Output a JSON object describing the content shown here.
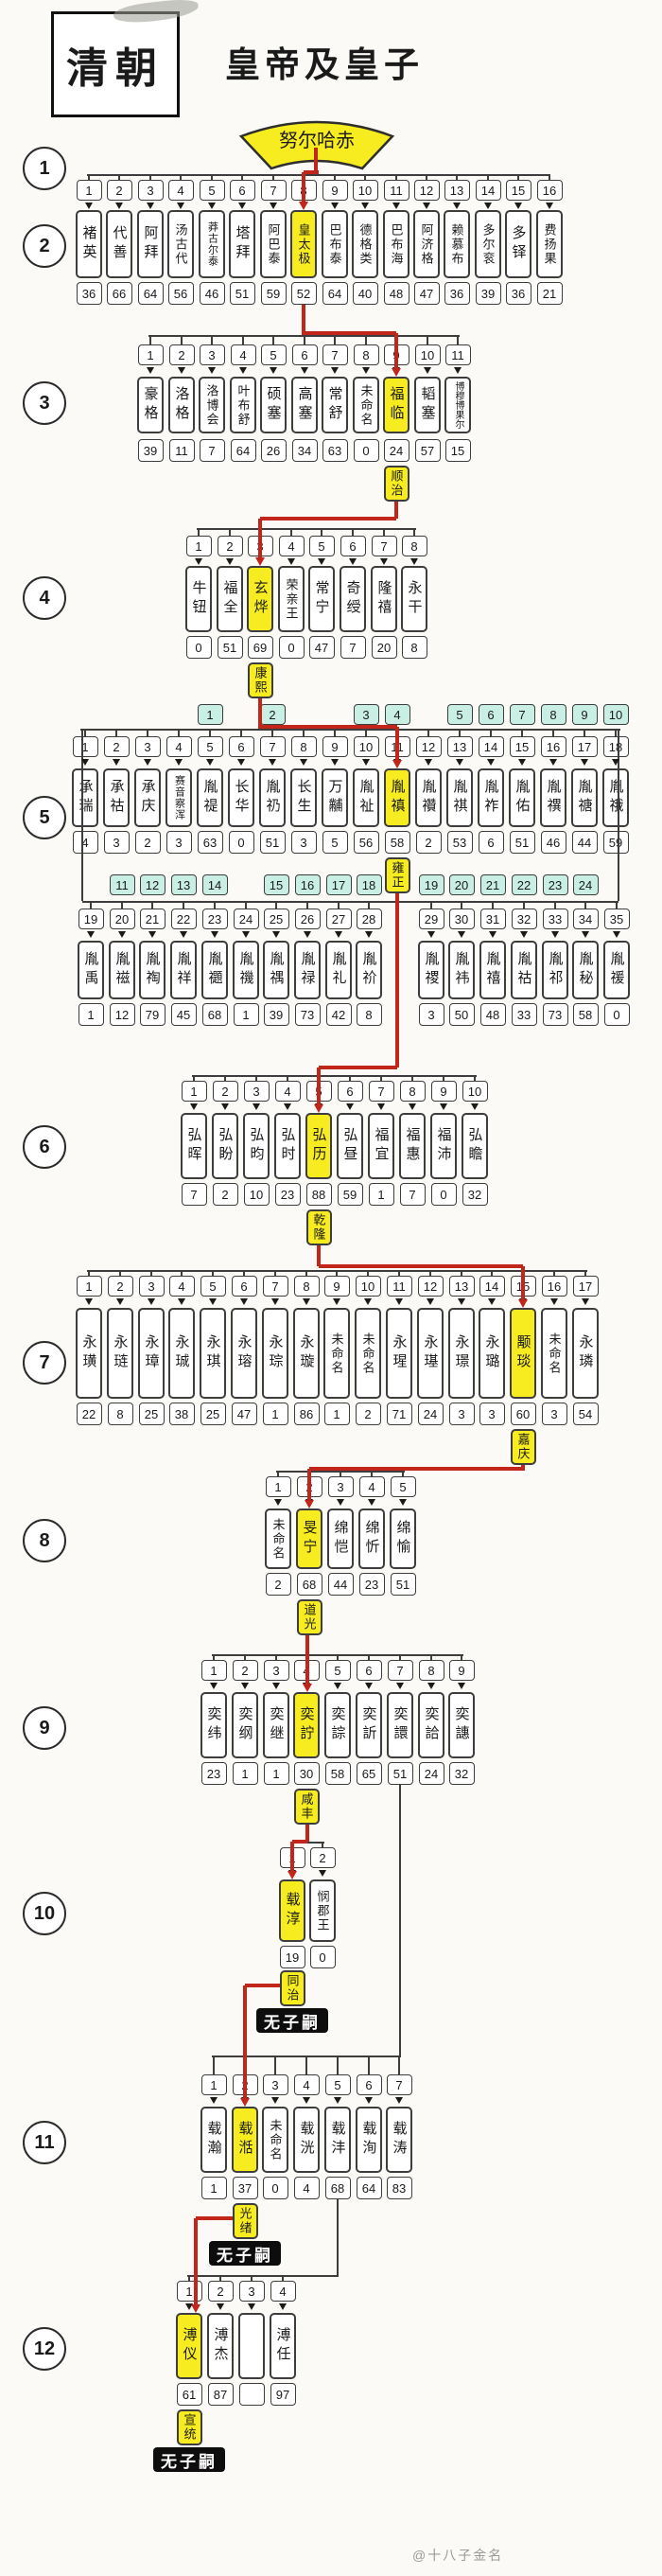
{
  "title_stamp": "清朝",
  "heading": "皇帝及皇子",
  "no_heir_label": "无子嗣",
  "footer": "@十八子金名",
  "colors": {
    "highlight": "#f6ec20",
    "succession_red": "#c2251a",
    "official_teal": "#c9efe5"
  },
  "root": {
    "gen": "1",
    "name": "努尔哈赤"
  },
  "generations": [
    {
      "gen": "2",
      "rows": [
        {
          "persons": [
            {
              "n": "1",
              "name": "褚英",
              "age": "36"
            },
            {
              "n": "2",
              "name": "代善",
              "age": "66"
            },
            {
              "n": "3",
              "name": "阿拜",
              "age": "64"
            },
            {
              "n": "4",
              "name": "汤古代",
              "age": "56"
            },
            {
              "n": "5",
              "name": "莽古尔泰",
              "age": "46"
            },
            {
              "n": "6",
              "name": "塔拜",
              "age": "51"
            },
            {
              "n": "7",
              "name": "阿巴泰",
              "age": "59"
            },
            {
              "n": "8",
              "name": "皇太极",
              "age": "52",
              "emperor": true
            },
            {
              "n": "9",
              "name": "巴布泰",
              "age": "64"
            },
            {
              "n": "10",
              "name": "德格类",
              "age": "40"
            },
            {
              "n": "11",
              "name": "巴布海",
              "age": "48"
            },
            {
              "n": "12",
              "name": "阿济格",
              "age": "47"
            },
            {
              "n": "13",
              "name": "赖慕布",
              "age": "36"
            },
            {
              "n": "14",
              "name": "多尔衮",
              "age": "39"
            },
            {
              "n": "15",
              "name": "多铎",
              "age": "36"
            },
            {
              "n": "16",
              "name": "费扬果",
              "age": "21"
            }
          ]
        }
      ]
    },
    {
      "gen": "3",
      "rows": [
        {
          "persons": [
            {
              "n": "1",
              "name": "豪格",
              "age": "39"
            },
            {
              "n": "2",
              "name": "洛格",
              "age": "11"
            },
            {
              "n": "3",
              "name": "洛博会",
              "age": "7"
            },
            {
              "n": "4",
              "name": "叶布舒",
              "age": "64"
            },
            {
              "n": "5",
              "name": "硕塞",
              "age": "26"
            },
            {
              "n": "6",
              "name": "高塞",
              "age": "34"
            },
            {
              "n": "7",
              "name": "常舒",
              "age": "63"
            },
            {
              "n": "8",
              "name": "未命名",
              "age": "0"
            },
            {
              "n": "9",
              "name": "福临",
              "age": "24",
              "emperor": true,
              "era": "顺治"
            },
            {
              "n": "10",
              "name": "韬塞",
              "age": "57"
            },
            {
              "n": "11",
              "name": "博穆博果尔",
              "age": "15"
            }
          ]
        }
      ]
    },
    {
      "gen": "4",
      "rows": [
        {
          "persons": [
            {
              "n": "1",
              "name": "牛钮",
              "age": "0"
            },
            {
              "n": "2",
              "name": "福全",
              "age": "51"
            },
            {
              "n": "3",
              "name": "玄烨",
              "age": "69",
              "emperor": true,
              "era": "康熙"
            },
            {
              "n": "4",
              "name": "荣亲王",
              "age": "0"
            },
            {
              "n": "5",
              "name": "常宁",
              "age": "47"
            },
            {
              "n": "6",
              "name": "奇绶",
              "age": "7"
            },
            {
              "n": "7",
              "name": "隆禧",
              "age": "20"
            },
            {
              "n": "8",
              "name": "永干",
              "age": "8"
            }
          ]
        }
      ]
    },
    {
      "gen": "5",
      "rows": [
        {
          "persons": [
            {
              "n": "1",
              "name": "承瑞",
              "age": "4"
            },
            {
              "n": "2",
              "name": "承祜",
              "age": "3"
            },
            {
              "n": "3",
              "name": "承庆",
              "age": "2"
            },
            {
              "n": "4",
              "name": "赛音察浑",
              "age": "3"
            },
            {
              "n": "5",
              "name": "胤禔",
              "age": "63",
              "official": "1"
            },
            {
              "n": "6",
              "name": "长华",
              "age": "0"
            },
            {
              "n": "7",
              "name": "胤礽",
              "age": "51",
              "official": "2"
            },
            {
              "n": "8",
              "name": "长生",
              "age": "3"
            },
            {
              "n": "9",
              "name": "万黼",
              "age": "5"
            },
            {
              "n": "10",
              "name": "胤祉",
              "age": "56",
              "official": "3"
            },
            {
              "n": "11",
              "name": "胤禛",
              "age": "58",
              "official": "4",
              "emperor": true,
              "era": "雍正"
            },
            {
              "n": "12",
              "name": "胤禶",
              "age": "2"
            },
            {
              "n": "13",
              "name": "胤祺",
              "age": "53",
              "official": "5"
            },
            {
              "n": "14",
              "name": "胤祚",
              "age": "6",
              "official": "6"
            },
            {
              "n": "15",
              "name": "胤佑",
              "age": "51",
              "official": "7"
            },
            {
              "n": "16",
              "name": "胤禩",
              "age": "46",
              "official": "8"
            },
            {
              "n": "17",
              "name": "胤禟",
              "age": "44",
              "official": "9"
            },
            {
              "n": "18",
              "name": "胤䄉",
              "age": "59",
              "official": "10"
            }
          ]
        },
        {
          "persons": [
            {
              "n": "19",
              "name": "胤禹",
              "age": "1"
            },
            {
              "n": "20",
              "name": "胤禌",
              "age": "12",
              "official": "11"
            },
            {
              "n": "21",
              "name": "胤祹",
              "age": "79",
              "official": "12"
            },
            {
              "n": "22",
              "name": "胤祥",
              "age": "45",
              "official": "13"
            },
            {
              "n": "23",
              "name": "胤禵",
              "age": "68",
              "official": "14"
            },
            {
              "n": "24",
              "name": "胤禨",
              "age": "1"
            },
            {
              "n": "25",
              "name": "胤禑",
              "age": "39",
              "official": "15"
            },
            {
              "n": "26",
              "name": "胤禄",
              "age": "73",
              "official": "16"
            },
            {
              "n": "27",
              "name": "胤礼",
              "age": "42",
              "official": "17"
            },
            {
              "n": "28",
              "name": "胤祄",
              "age": "8",
              "official": "18"
            },
            {
              "n": "29",
              "name": "胤禝",
              "age": "3",
              "official": "19"
            },
            {
              "n": "30",
              "name": "胤祎",
              "age": "50",
              "official": "20"
            },
            {
              "n": "31",
              "name": "胤禧",
              "age": "48",
              "official": "21"
            },
            {
              "n": "32",
              "name": "胤祜",
              "age": "33",
              "official": "22"
            },
            {
              "n": "33",
              "name": "胤祁",
              "age": "73",
              "official": "23"
            },
            {
              "n": "34",
              "name": "胤秘",
              "age": "58",
              "official": "24"
            },
            {
              "n": "35",
              "name": "胤禐",
              "age": "0"
            }
          ]
        }
      ]
    },
    {
      "gen": "6",
      "rows": [
        {
          "persons": [
            {
              "n": "1",
              "name": "弘晖",
              "age": "7"
            },
            {
              "n": "2",
              "name": "弘盼",
              "age": "2"
            },
            {
              "n": "3",
              "name": "弘昀",
              "age": "10"
            },
            {
              "n": "4",
              "name": "弘时",
              "age": "23"
            },
            {
              "n": "5",
              "name": "弘历",
              "age": "88",
              "emperor": true,
              "era": "乾隆"
            },
            {
              "n": "6",
              "name": "弘昼",
              "age": "59"
            },
            {
              "n": "7",
              "name": "福宜",
              "age": "1"
            },
            {
              "n": "8",
              "name": "福惠",
              "age": "7"
            },
            {
              "n": "9",
              "name": "福沛",
              "age": "0"
            },
            {
              "n": "10",
              "name": "弘瞻",
              "age": "32"
            }
          ]
        }
      ]
    },
    {
      "gen": "7",
      "rows": [
        {
          "persons": [
            {
              "n": "1",
              "name": "永璜",
              "age": "22"
            },
            {
              "n": "2",
              "name": "永琏",
              "age": "8"
            },
            {
              "n": "3",
              "name": "永璋",
              "age": "25"
            },
            {
              "n": "4",
              "name": "永珹",
              "age": "38"
            },
            {
              "n": "5",
              "name": "永琪",
              "age": "25"
            },
            {
              "n": "6",
              "name": "永瑢",
              "age": "47"
            },
            {
              "n": "7",
              "name": "永琮",
              "age": "1"
            },
            {
              "n": "8",
              "name": "永璇",
              "age": "86"
            },
            {
              "n": "9",
              "name": "未命名",
              "age": "1"
            },
            {
              "n": "10",
              "name": "未命名",
              "age": "2"
            },
            {
              "n": "11",
              "name": "永瑆",
              "age": "71"
            },
            {
              "n": "12",
              "name": "永璂",
              "age": "24"
            },
            {
              "n": "13",
              "name": "永璟",
              "age": "3"
            },
            {
              "n": "14",
              "name": "永璐",
              "age": "3"
            },
            {
              "n": "15",
              "name": "颙琰",
              "age": "60",
              "emperor": true,
              "era": "嘉庆"
            },
            {
              "n": "16",
              "name": "未命名",
              "age": "3"
            },
            {
              "n": "17",
              "name": "永璘",
              "age": "54"
            }
          ]
        }
      ]
    },
    {
      "gen": "8",
      "rows": [
        {
          "persons": [
            {
              "n": "1",
              "name": "未命名",
              "age": "2"
            },
            {
              "n": "2",
              "name": "旻宁",
              "age": "68",
              "emperor": true,
              "era": "道光"
            },
            {
              "n": "3",
              "name": "绵恺",
              "age": "44"
            },
            {
              "n": "4",
              "name": "绵忻",
              "age": "23"
            },
            {
              "n": "5",
              "name": "绵愉",
              "age": "51"
            }
          ]
        }
      ]
    },
    {
      "gen": "9",
      "rows": [
        {
          "persons": [
            {
              "n": "1",
              "name": "奕纬",
              "age": "23"
            },
            {
              "n": "2",
              "name": "奕纲",
              "age": "1"
            },
            {
              "n": "3",
              "name": "奕继",
              "age": "1"
            },
            {
              "n": "4",
              "name": "奕詝",
              "age": "30",
              "emperor": true,
              "era": "咸丰"
            },
            {
              "n": "5",
              "name": "奕誴",
              "age": "58"
            },
            {
              "n": "6",
              "name": "奕訢",
              "age": "65"
            },
            {
              "n": "7",
              "name": "奕譞",
              "age": "51"
            },
            {
              "n": "8",
              "name": "奕詥",
              "age": "24"
            },
            {
              "n": "9",
              "name": "奕譓",
              "age": "32"
            }
          ]
        }
      ]
    },
    {
      "gen": "10",
      "rows": [
        {
          "persons": [
            {
              "n": "1",
              "name": "载淳",
              "age": "19",
              "emperor": true,
              "era": "同治",
              "no_heir": true
            },
            {
              "n": "2",
              "name": "悯郡王",
              "age": "0"
            }
          ]
        }
      ]
    },
    {
      "gen": "11",
      "rows": [
        {
          "persons": [
            {
              "n": "1",
              "name": "载瀚",
              "age": "1"
            },
            {
              "n": "2",
              "name": "载湉",
              "age": "37",
              "emperor": true,
              "era": "光绪",
              "no_heir": true
            },
            {
              "n": "3",
              "name": "未命名",
              "age": "0"
            },
            {
              "n": "4",
              "name": "载洸",
              "age": "4"
            },
            {
              "n": "5",
              "name": "载沣",
              "age": "68"
            },
            {
              "n": "6",
              "name": "载洵",
              "age": "64"
            },
            {
              "n": "7",
              "name": "载涛",
              "age": "83"
            }
          ]
        }
      ]
    },
    {
      "gen": "12",
      "rows": [
        {
          "persons": [
            {
              "n": "1",
              "name": "溥仪",
              "age": "61",
              "emperor": true,
              "era": "宣统",
              "no_heir": true
            },
            {
              "n": "2",
              "name": "溥杰",
              "age": "87"
            },
            {
              "n": "3",
              "name": "",
              "age": ""
            },
            {
              "n": "4",
              "name": "溥任",
              "age": "97"
            }
          ]
        }
      ]
    }
  ]
}
